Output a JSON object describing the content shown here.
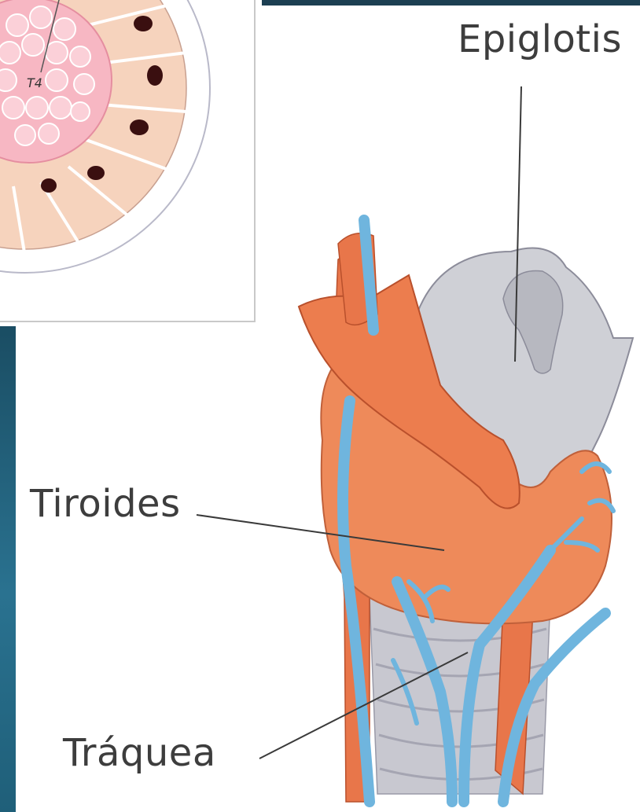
{
  "labels": {
    "epiglotis": "Epiglotis",
    "tiroides": "Tiroides",
    "traquea": "Tráquea",
    "inset_hormone": "T4"
  },
  "colors": {
    "accent_band": "#1c3f52",
    "thyroid_orange": "#ee8a5a",
    "vessel_blue": "#6fb5de",
    "cartilage_gray": "#c9c9cf"
  }
}
